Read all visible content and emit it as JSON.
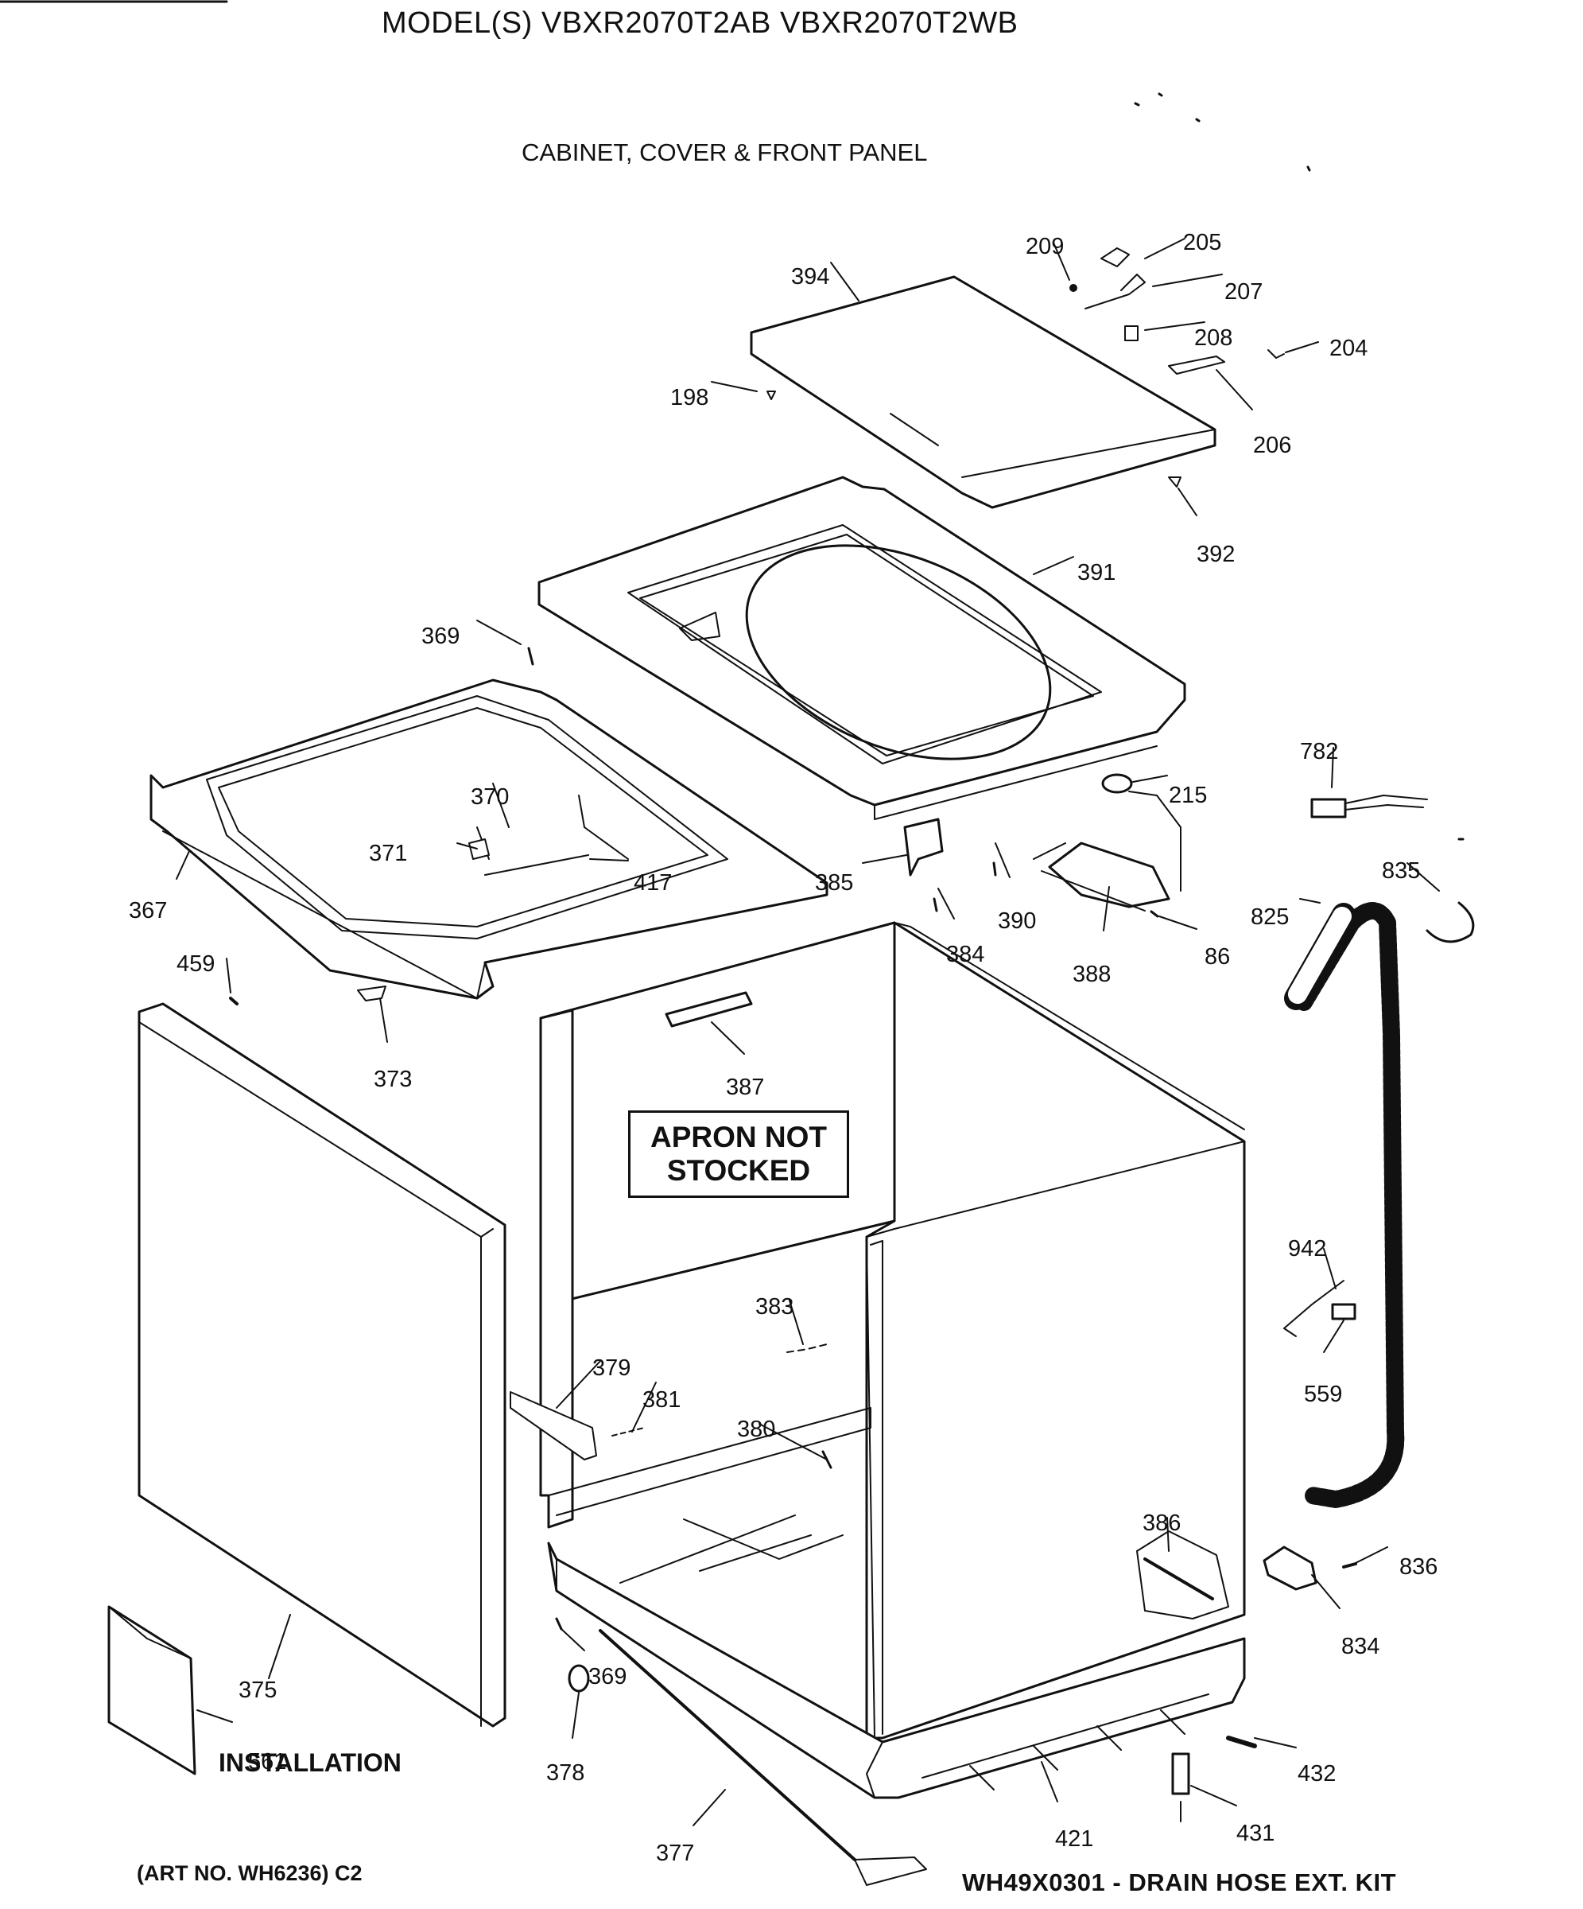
{
  "header": {
    "model_line": "MODEL(S) VBXR2070T2AB  VBXR2070T2WB",
    "section_title": "CABINET, COVER & FRONT PANEL"
  },
  "notes": {
    "apron_line1": "APRON NOT",
    "apron_line2": "STOCKED",
    "installation": "INSTALLATION",
    "art_no": "(ART NO. WH6236) C2",
    "kit": "WH49X0301 - DRAIN HOSE EXT. KIT"
  },
  "parts": [
    {
      "id": "209",
      "label": "209"
    },
    {
      "id": "205",
      "label": "205"
    },
    {
      "id": "394",
      "label": "394"
    },
    {
      "id": "207",
      "label": "207"
    },
    {
      "id": "208",
      "label": "208"
    },
    {
      "id": "204",
      "label": "204"
    },
    {
      "id": "198",
      "label": "198"
    },
    {
      "id": "206",
      "label": "206"
    },
    {
      "id": "392",
      "label": "392"
    },
    {
      "id": "391",
      "label": "391"
    },
    {
      "id": "369a",
      "label": "369"
    },
    {
      "id": "782",
      "label": "782"
    },
    {
      "id": "215",
      "label": "215"
    },
    {
      "id": "370",
      "label": "370"
    },
    {
      "id": "371",
      "label": "371"
    },
    {
      "id": "417",
      "label": "417"
    },
    {
      "id": "385",
      "label": "385"
    },
    {
      "id": "835",
      "label": "835"
    },
    {
      "id": "367",
      "label": "367"
    },
    {
      "id": "390",
      "label": "390"
    },
    {
      "id": "825",
      "label": "825"
    },
    {
      "id": "384",
      "label": "384"
    },
    {
      "id": "86",
      "label": "86"
    },
    {
      "id": "459",
      "label": "459"
    },
    {
      "id": "388",
      "label": "388"
    },
    {
      "id": "373",
      "label": "373"
    },
    {
      "id": "387",
      "label": "387"
    },
    {
      "id": "942",
      "label": "942"
    },
    {
      "id": "383",
      "label": "383"
    },
    {
      "id": "379",
      "label": "379"
    },
    {
      "id": "381",
      "label": "381"
    },
    {
      "id": "559",
      "label": "559"
    },
    {
      "id": "380",
      "label": "380"
    },
    {
      "id": "386",
      "label": "386"
    },
    {
      "id": "836",
      "label": "836"
    },
    {
      "id": "834",
      "label": "834"
    },
    {
      "id": "369b",
      "label": "369"
    },
    {
      "id": "375",
      "label": "375"
    },
    {
      "id": "561",
      "label": "561"
    },
    {
      "id": "378",
      "label": "378"
    },
    {
      "id": "432",
      "label": "432"
    },
    {
      "id": "421",
      "label": "421"
    },
    {
      "id": "431",
      "label": "431"
    },
    {
      "id": "377",
      "label": "377"
    }
  ]
}
